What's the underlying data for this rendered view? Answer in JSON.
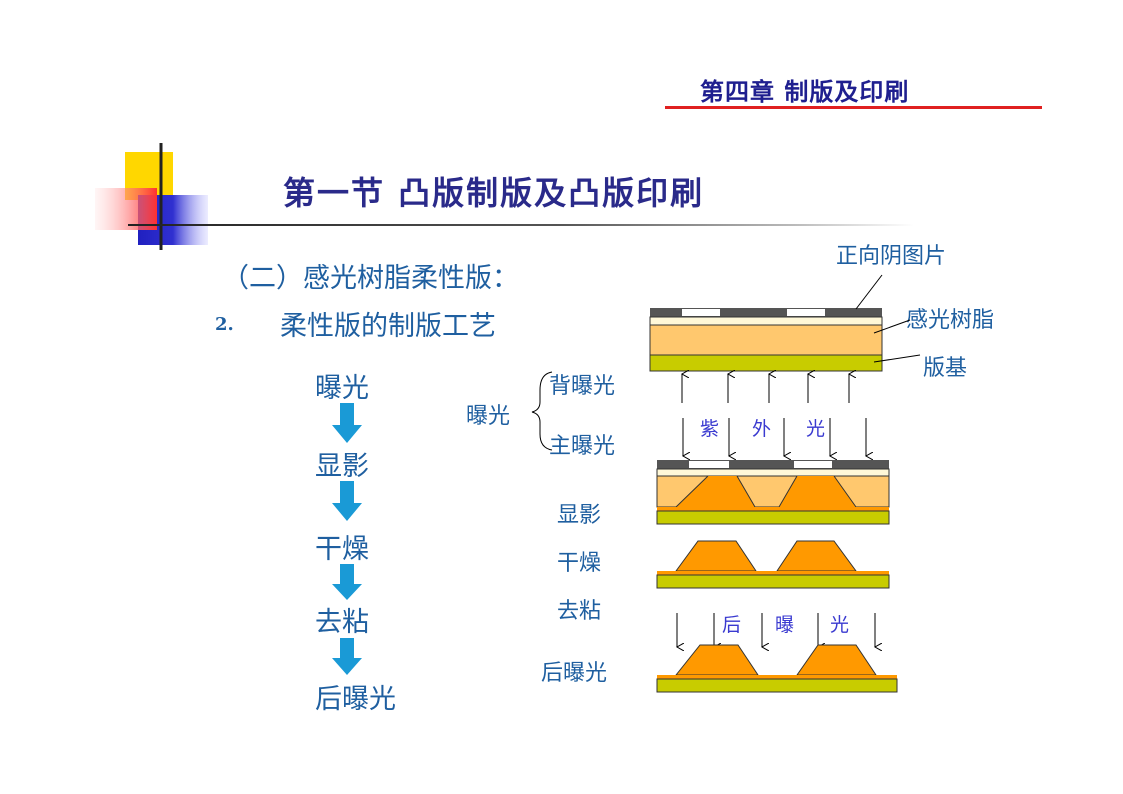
{
  "header": {
    "chapter": "第四章 制版及印刷"
  },
  "slide": {
    "title": "第一节  凸版制版及凸版印刷",
    "subtitle": "（二）感光树脂柔性版：",
    "item_number": "2.",
    "item_text": "柔性版的制版工艺"
  },
  "flow_steps": [
    "曝光",
    "显影",
    "干燥",
    "去粘",
    "后曝光"
  ],
  "diagram": {
    "exposure_label": "曝光",
    "back_exposure": "背曝光",
    "main_exposure": "主曝光",
    "layer_labels": {
      "negative": "正向阴图片",
      "resin": "感光树脂",
      "base": "版基"
    },
    "uv_chars": [
      "紫",
      "外",
      "光"
    ],
    "post_chars": [
      "后",
      "曝",
      "光"
    ],
    "stage_labels": {
      "develop": "显影",
      "dry": "干燥",
      "detack": "去粘",
      "post_exposure": "后曝光"
    }
  },
  "colors": {
    "title": "#2a2a8a",
    "text": "#1f5fa0",
    "rule": "#e02020",
    "resin": "#ffc86e",
    "relief": "#ff9900",
    "base": "#c8cc00"
  }
}
